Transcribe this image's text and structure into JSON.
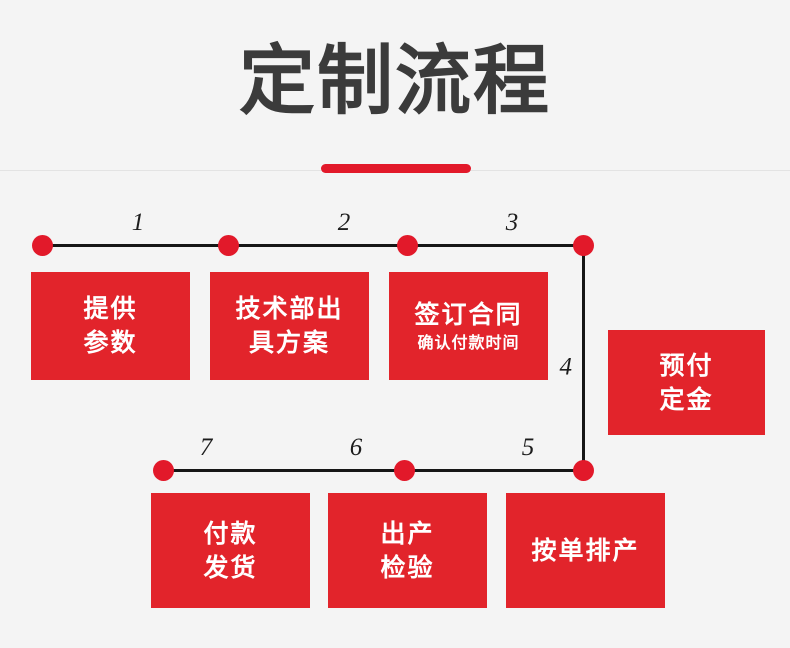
{
  "header": {
    "title": "定制流程",
    "accent_color": "#e2192a",
    "title_color": "#3b3b3b"
  },
  "theme": {
    "background": "#f4f4f4",
    "node_red": "#e2242b",
    "dot_red": "#e2192a",
    "line_black": "#161616",
    "node_text": "#ffffff"
  },
  "flow": {
    "nodes": [
      {
        "id": "node-1",
        "lines": [
          "提供",
          "参数"
        ],
        "sub": ""
      },
      {
        "id": "node-2",
        "lines": [
          "技术部出",
          "具方案"
        ],
        "sub": ""
      },
      {
        "id": "node-3",
        "lines": [
          "签订合同"
        ],
        "sub": "确认付款时间"
      },
      {
        "id": "node-4",
        "lines": [
          "预付",
          "定金"
        ],
        "sub": ""
      },
      {
        "id": "node-5",
        "lines": [
          "按单排产"
        ],
        "sub": ""
      },
      {
        "id": "node-6",
        "lines": [
          "出产",
          "检验"
        ],
        "sub": ""
      },
      {
        "id": "node-7",
        "lines": [
          "付款",
          "发货"
        ],
        "sub": ""
      }
    ],
    "step_numbers": [
      "1",
      "2",
      "3",
      "4",
      "5",
      "6",
      "7"
    ]
  }
}
